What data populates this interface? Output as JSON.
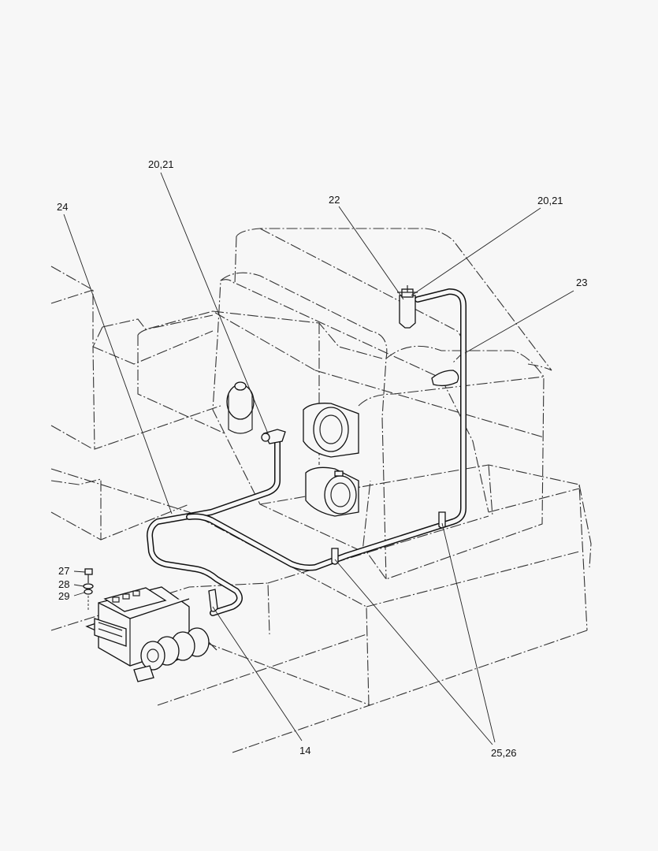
{
  "callouts": {
    "c_20_21_left": "20,21",
    "c_24": "24",
    "c_22": "22",
    "c_20_21_right": "20,21",
    "c_23": "23",
    "c_27": "27",
    "c_28": "28",
    "c_29": "29",
    "c_14": "14",
    "c_25_26": "25,26"
  },
  "colors": {
    "background": "#f7f7f7",
    "line": "#222222"
  }
}
